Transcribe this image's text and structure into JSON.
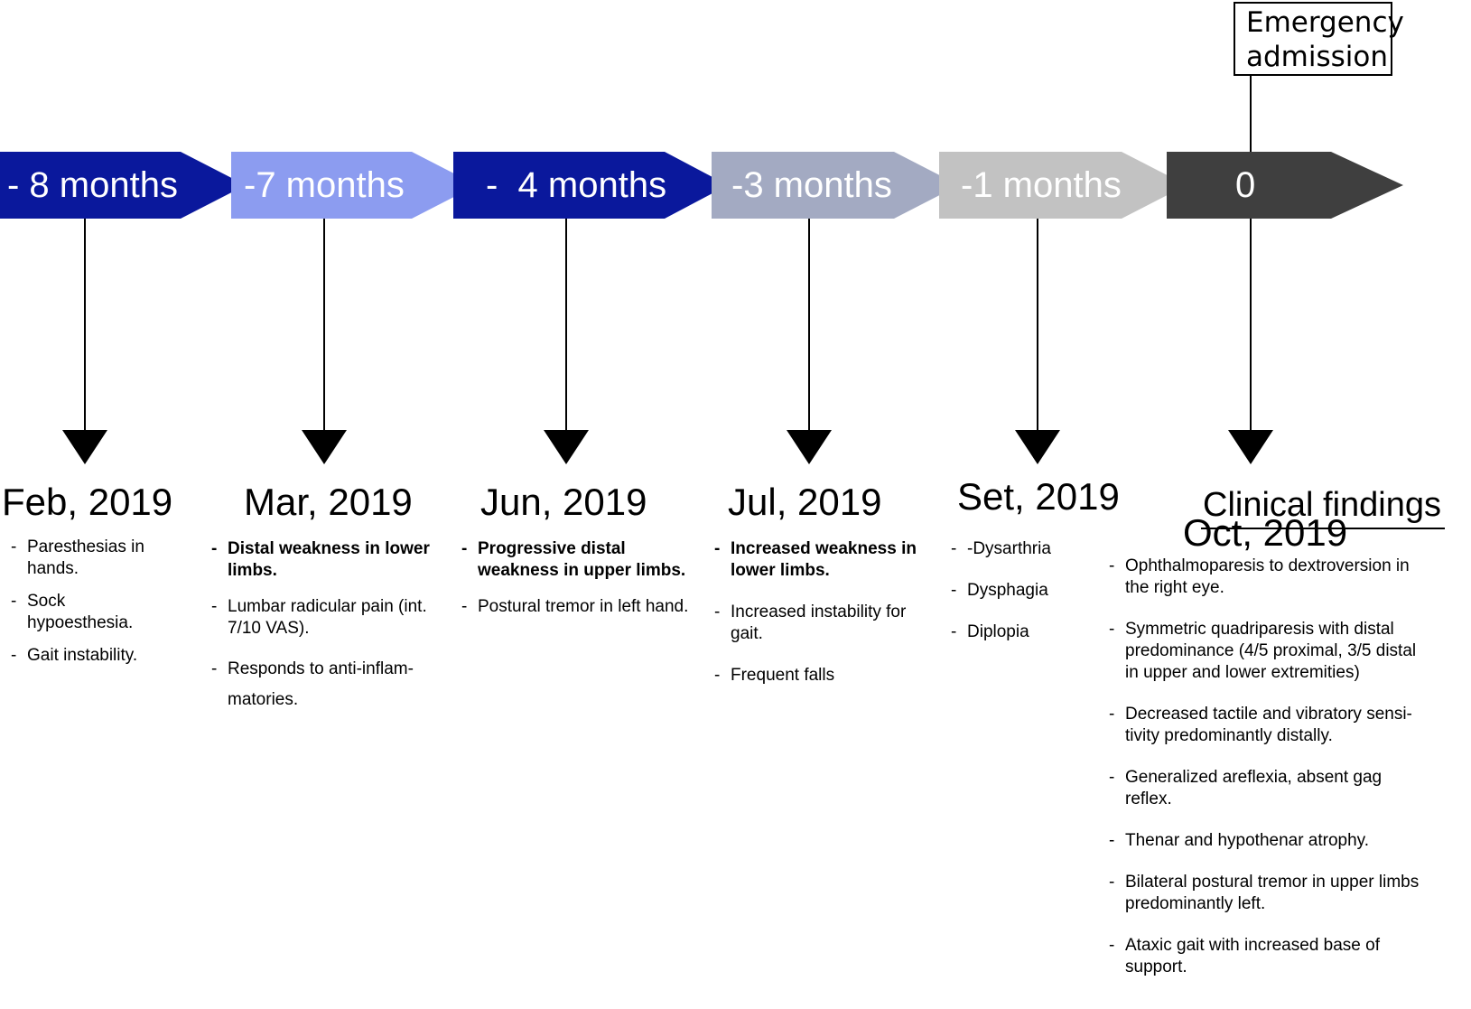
{
  "emergency_box": "Emergency admission",
  "colors": {
    "dark_blue": "#0a189c",
    "light_blue": "#8c9cf0",
    "gray_blue": "#a3aac2",
    "light_gray": "#c2c2c2",
    "dark_gray": "#3f3f3f"
  },
  "steps": [
    {
      "label": "- 8 months",
      "date": "Feb, 2019",
      "items": [
        {
          "text": "Paresthesias in hands.",
          "bold": false
        },
        {
          "text": "Sock hypoesthesia.",
          "bold": false
        },
        {
          "text": "Gait instability.",
          "bold": false
        }
      ]
    },
    {
      "label": "-7 months",
      "date": "Mar, 2019",
      "items": [
        {
          "text": "Distal weakness in lower limbs.",
          "bold": true
        },
        {
          "text": "Lumbar radicular pain (int. 7/10 VAS).",
          "bold": false
        },
        {
          "text": "Responds to anti-inflam-matories.",
          "bold": false
        }
      ]
    },
    {
      "label": "-  4 months",
      "date": "Jun, 2019",
      "items": [
        {
          "text": "Progressive distal weakness in upper limbs.",
          "bold": true
        },
        {
          "text": "Postural tremor in left hand.",
          "bold": false
        }
      ]
    },
    {
      "label": "-3 months",
      "date": "Jul, 2019",
      "items": [
        {
          "text": "Increased weakness in lower limbs.",
          "bold": true
        },
        {
          "text": "Increased instability for gait.",
          "bold": false
        },
        {
          "text": "Frequent falls",
          "bold": false
        }
      ]
    },
    {
      "label": "-1 months",
      "date": "Set, 2019",
      "items": [
        {
          "text": "-Dysarthria",
          "bold": false
        },
        {
          "text": "Dysphagia",
          "bold": false
        },
        {
          "text": "Diplopia",
          "bold": false
        }
      ]
    },
    {
      "label": "0",
      "date": "Oct, 2019",
      "items": [
        {
          "text": "Ophthalmoparesis to dextroversion in the right eye.",
          "bold": false
        },
        {
          "text": "Symmetric quadriparesis with distal predominance (4/5 proximal, 3/5 distal in upper and lower extremities)",
          "bold": false
        },
        {
          "text": "Decreased tactile and vibratory sensi-tivity predominantly distally.",
          "bold": false
        },
        {
          "text": "Generalized areflexia, absent gag reflex.",
          "bold": false
        },
        {
          "text": "Thenar and hypothenar atrophy.",
          "bold": false
        },
        {
          "text": "Bilateral postural tremor in upper limbs predominantly left.",
          "bold": false
        },
        {
          "text": "Ataxic gait with increased base of support.",
          "bold": false
        }
      ]
    }
  ],
  "clinical_findings_title": "Clinical findings"
}
